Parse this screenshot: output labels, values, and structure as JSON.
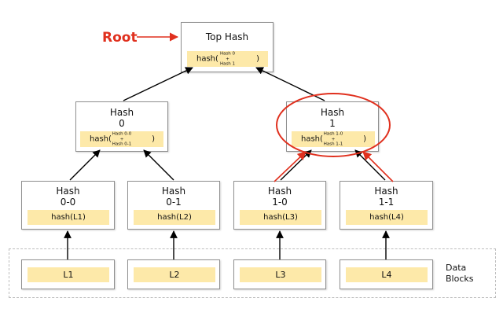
{
  "root_label": "Root",
  "colors": {
    "accent": "#e0301e",
    "hash_fill": "#fde9a9",
    "border": "#8f8f8f"
  },
  "top": {
    "title": "Top Hash",
    "hash_prefix": "hash(",
    "arg1": "Hash 0",
    "plus": "+",
    "arg2": "Hash 1",
    "hash_suffix": ")"
  },
  "level1": [
    {
      "title_line1": "Hash",
      "title_line2": "0",
      "hash_prefix": "hash(",
      "arg1": "Hash 0-0",
      "plus": "+",
      "arg2": "Hash 0-1",
      "hash_suffix": ")"
    },
    {
      "title_line1": "Hash",
      "title_line2": "1",
      "hash_prefix": "hash(",
      "arg1": "Hash 1-0",
      "plus": "+",
      "arg2": "Hash 1-1",
      "hash_suffix": ")"
    }
  ],
  "leaves": [
    {
      "title_line1": "Hash",
      "title_line2": "0-0",
      "hash": "hash(L1)"
    },
    {
      "title_line1": "Hash",
      "title_line2": "0-1",
      "hash": "hash(L2)"
    },
    {
      "title_line1": "Hash",
      "title_line2": "1-0",
      "hash": "hash(L3)"
    },
    {
      "title_line1": "Hash",
      "title_line2": "1-1",
      "hash": "hash(L4)"
    }
  ],
  "data_blocks": [
    "L1",
    "L2",
    "L3",
    "L4"
  ],
  "data_region_label_line1": "Data",
  "data_region_label_line2": "Blocks"
}
